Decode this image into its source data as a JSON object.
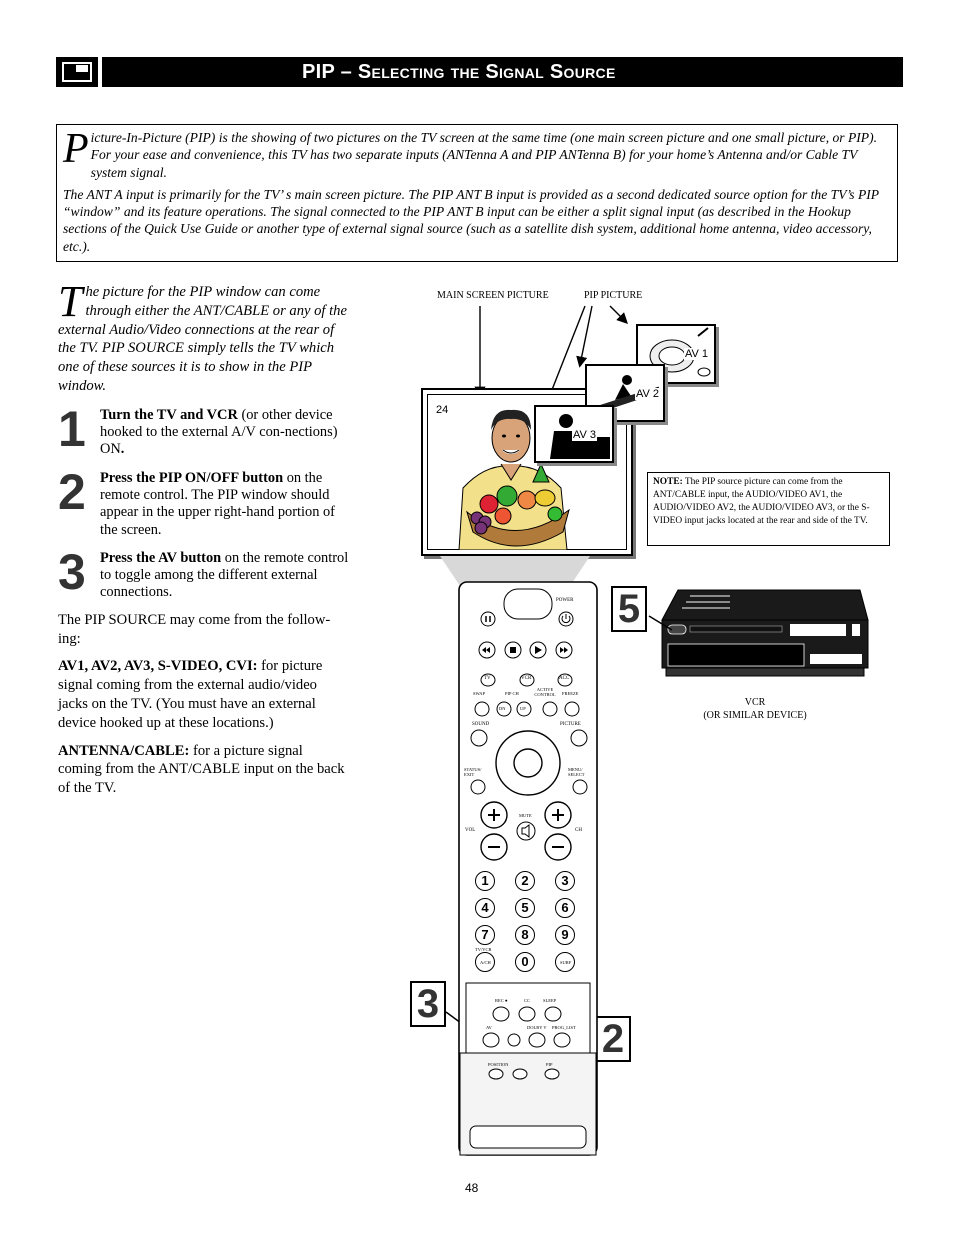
{
  "header": {
    "title": "PIP – Selecting the Signal Source"
  },
  "intro": {
    "dropcap": "P",
    "para1_rest": "icture-In-Picture (PIP) is the showing of two pictures on the TV screen at the same time (one main screen picture and one small picture, or PIP). For your ease and convenience, this TV has two separate inputs (ANTenna A and PIP ANTenna B) for your home’s Antenna and/or Cable TV system signal.",
    "para2": "The ANT A input is primarily for the TV’ s main screen picture. The PIP ANT B input is provided as a second dedicated source option for the TV’s PIP “window” and its feature operations. The signal connected to the PIP ANT B input can be either a split signal input (as described in the Hookup sections of the Quick Use Guide or another type of external signal source (such as a satellite dish system, additional home antenna, video accessory, etc.)."
  },
  "left": {
    "dropcap": "T",
    "lead_rest": "he picture for the PIP window can come through either the ANT/CABLE or any of the external Audio/Video connections at the rear of the TV.  PIP SOURCE simply tells the TV which one of these sources it is to show in the PIP window.",
    "steps": [
      {
        "num": "1",
        "bold": "Turn the TV and VCR",
        "rest": " (or other device hooked to the external A/V con-nections) ON",
        "end": "."
      },
      {
        "num": "2",
        "bold": "Press the PIP ON/OFF button",
        "rest": " on the remote control.  The PIP window should appear in the upper right-hand portion of the screen.",
        "end": ""
      },
      {
        "num": "3",
        "bold": "Press the AV button",
        "rest": " on the remote control to toggle among the different external connections.",
        "end": ""
      }
    ],
    "source_intro": "The PIP SOURCE may come from the follow-ing:",
    "av_bold": "AV1, AV2, AV3, S-VIDEO, CVI:",
    "av_rest": "  for picture signal coming from the external audio/video jacks on the TV.  (You must have an external device hooked up at these locations.)",
    "ant_bold": "ANTENNA/CABLE:",
    "ant_rest": "  for a picture signal coming from the ANT/CABLE input on the back of the TV."
  },
  "diagram": {
    "main_screen_label": "MAIN SCREEN PICTURE",
    "pip_picture_label": "PIP PICTURE",
    "channel": "24",
    "pip_windows": [
      "AV 1",
      "AV 2",
      "AV 3"
    ],
    "note_bold": "NOTE:",
    "note_rest": "  The PIP source picture can come from the ANT/CABLE input, the AUDIO/VIDEO AV1, the AUDIO/VIDEO AV2, the AUDIO/VIDEO AV3, or the S-VIDEO input jacks located at the rear and side of the TV.",
    "vcr_caption_line1": "VCR",
    "vcr_caption_line2": "(OR SIMILAR DEVICE)",
    "callouts": {
      "vcr": "5",
      "av": "3",
      "pip": "2"
    }
  },
  "remote": {
    "power": "POWER",
    "tv": "TV",
    "vcr": "VCR",
    "acc": "ACC",
    "swap": "SWAP",
    "pip_ch": "PIP CH",
    "active_control": "ACTIVE CONTROL",
    "freeze": "FREEZE",
    "dn": "DN",
    "up": "UP",
    "sound": "SOUND",
    "picture": "PICTURE",
    "status_exit": "STATUS/ EXIT",
    "menu_select": "MENU/ SELECT",
    "mute": "MUTE",
    "vol": "VOL",
    "ch": "CH",
    "digits": [
      "1",
      "2",
      "3",
      "4",
      "5",
      "6",
      "7",
      "8",
      "9",
      "0"
    ],
    "tv_vcr": "TV/VCR",
    "av_ch": "A/CH",
    "surf": "SURF",
    "rec": "REC ●",
    "cc": "CC",
    "sleep": "SLEEP",
    "av": "AV",
    "dolby": "DOLBY V",
    "prog_list": "PROG_LIST",
    "position": "POSITION",
    "pip": "PIP"
  },
  "page_number": "48"
}
